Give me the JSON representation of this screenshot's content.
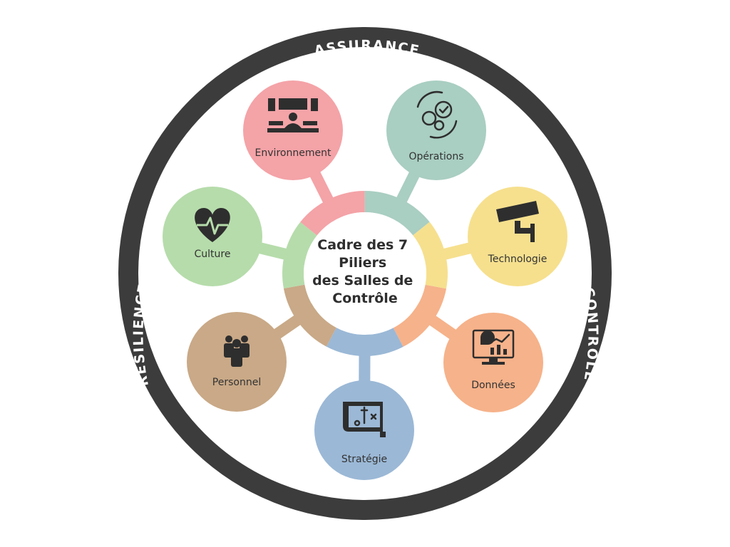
{
  "outer_ring": {
    "top": "ASSURANCE",
    "left": "RÉSILIENCE",
    "right": "CONTRÔLE"
  },
  "center": {
    "title_lines": [
      "Cadre des 7",
      "Piliers",
      "des Salles de",
      "Contrôle"
    ]
  },
  "pillars": [
    {
      "label": "Environnement",
      "color": "#f4a3a7",
      "icon": "control-room-icon"
    },
    {
      "label": "Opérations",
      "color": "#a9cec2",
      "icon": "gears-icon"
    },
    {
      "label": "Technologie",
      "color": "#f6e08e",
      "icon": "security-camera-icon"
    },
    {
      "label": "Données",
      "color": "#f6b28a",
      "icon": "analytics-monitor-icon"
    },
    {
      "label": "Stratégie",
      "color": "#9bb8d6",
      "icon": "strategy-map-icon"
    },
    {
      "label": "Personnel",
      "color": "#c9a987",
      "icon": "people-icon"
    },
    {
      "label": "Culture",
      "color": "#b6dcab",
      "icon": "heartbeat-icon"
    }
  ],
  "colors": {
    "ring": "#3c3c3c",
    "ring_text": "#ffffff"
  }
}
